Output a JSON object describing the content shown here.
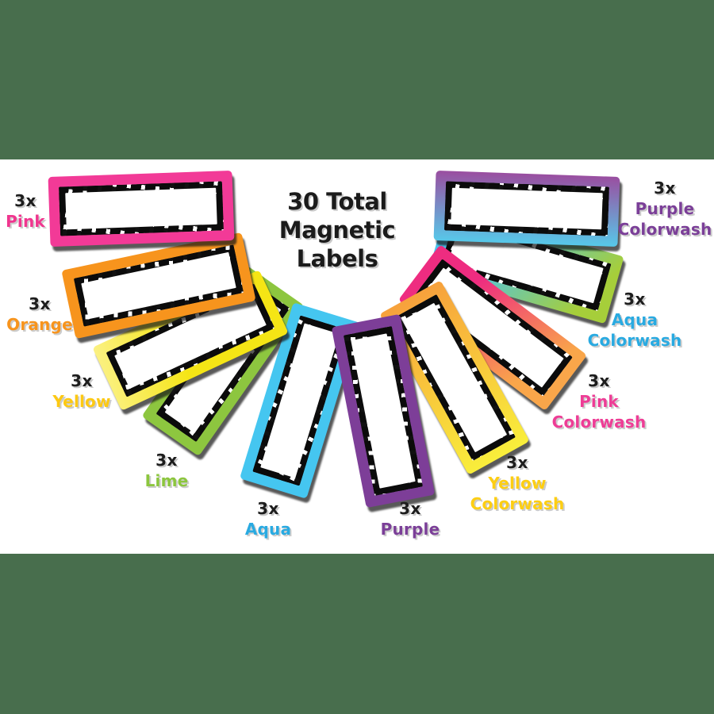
{
  "background": {
    "surround_color": "#486e4d",
    "panel_color": "#ffffff"
  },
  "title": {
    "line1": "30 Total",
    "line2": "Magnetic",
    "line3": "Labels",
    "full_text": "30 Total Magnetic Labels"
  },
  "pattern": {
    "inner_border_style": "black-white-scribble",
    "black": "#0b0b0b",
    "white": "#ffffff"
  },
  "labels": [
    {
      "name": "Pink",
      "count": "3x",
      "frame_css": "#f23a97",
      "text_color": "#f0368f"
    },
    {
      "name": "Orange",
      "count": "3x",
      "frame_css": "#f7941d",
      "text_color": "#f7941d"
    },
    {
      "name": "Yellow",
      "count": "3x",
      "frame_css": "linear-gradient(100deg, #fbf184 0%, #f5e515 45%)",
      "text_color": "#fdc913"
    },
    {
      "name": "Lime",
      "count": "3x",
      "frame_css": "#8dc63f",
      "text_color": "#8cc63e"
    },
    {
      "name": "Aqua",
      "count": "3x",
      "frame_css": "#45c6f0",
      "text_color": "#29aae1"
    },
    {
      "name": "Purple",
      "count": "3x",
      "frame_css": "#7d3e98",
      "text_color": "#7b3f98"
    },
    {
      "name": "Yellow Colorwash",
      "count": "3x",
      "frame_css": "linear-gradient(90deg, #f7a13c, #f9ee3b)",
      "text_color": "#fdce13"
    },
    {
      "name": "Pink Colorwash",
      "count": "3x",
      "frame_css": "linear-gradient(115deg, #ee2c80 25%, #f9a64a 80%)",
      "text_color": "#ee3d96"
    },
    {
      "name": "Aqua Colorwash",
      "count": "3x",
      "frame_css": "linear-gradient(120deg, #49c4ef 30%, #a6ce3a 85%)",
      "text_color": "#29aae1"
    },
    {
      "name": "Purple Colorwash",
      "count": "3x",
      "frame_css": "linear-gradient(180deg, #9a4ea0, #57c8e9)",
      "text_color": "#7b3f98"
    }
  ]
}
